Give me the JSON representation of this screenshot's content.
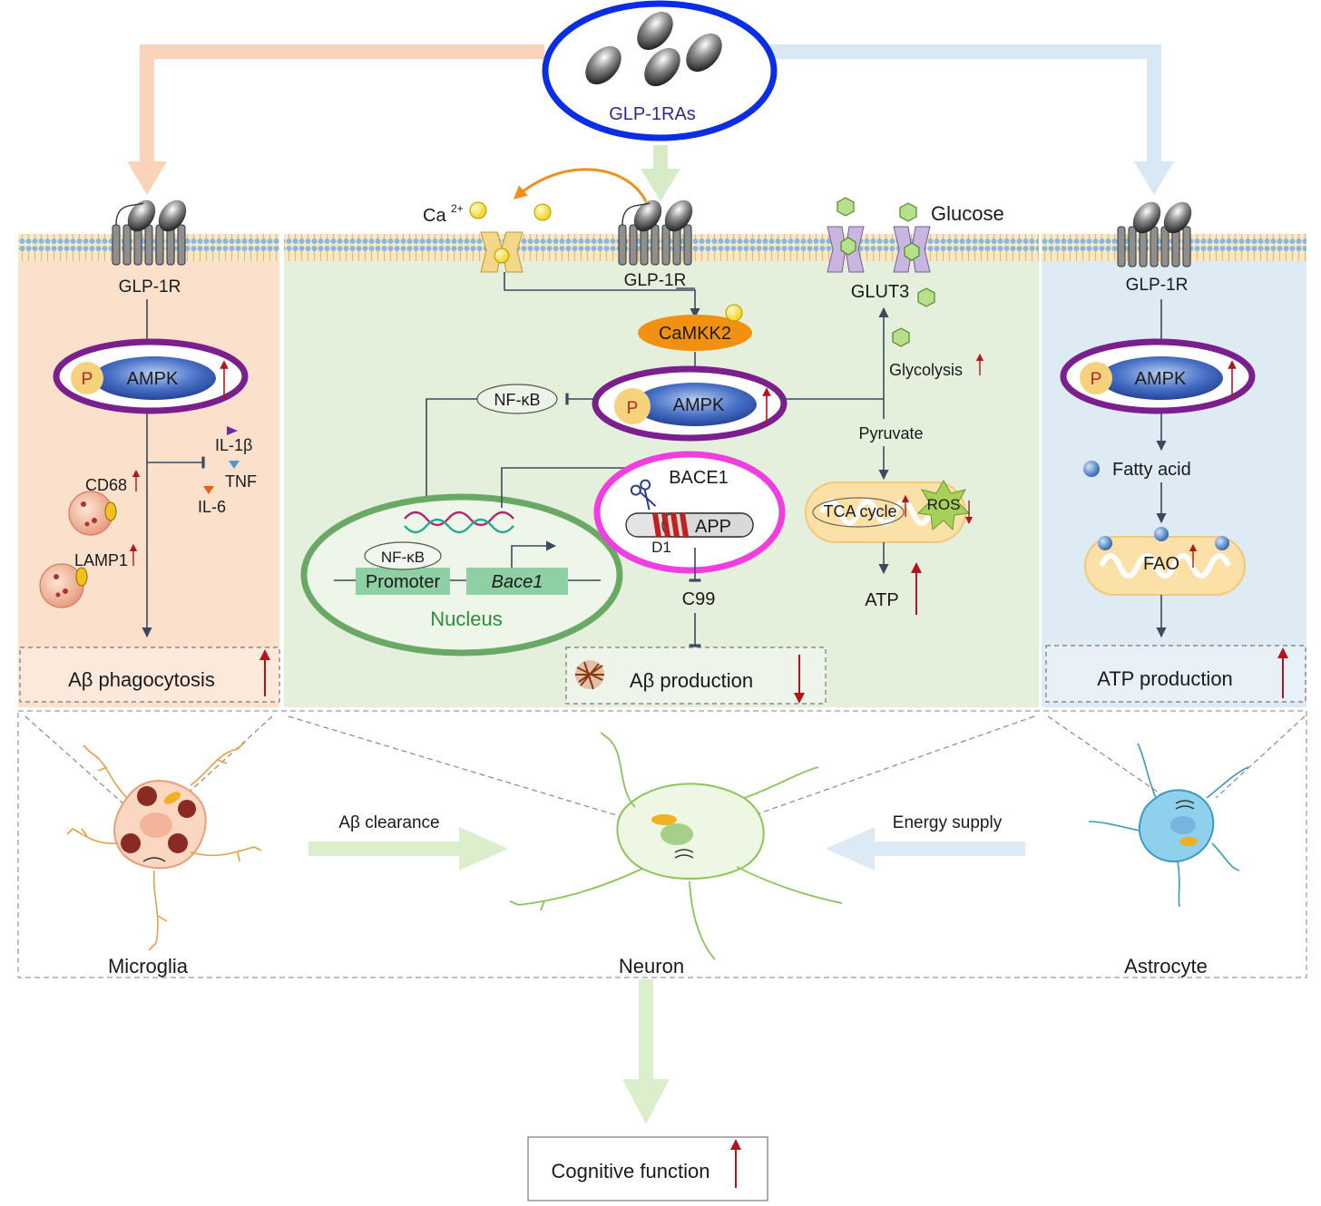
{
  "drug": {
    "label": "GLP-1RAs"
  },
  "receptor_label": "GLP-1R",
  "colors": {
    "microglia_panel": "#fbe0cc",
    "neuron_panel": "#e5f0dc",
    "astrocyte_panel": "#deeaf4",
    "drug_ring": "#0a2ee6",
    "ampk_ring": "#7b1f8e",
    "bace_ring": "#f03ee0",
    "ampk_body": "#2f56b0",
    "up_arrow": "#b3141c",
    "nucleus_ring": "#6aa866",
    "promoter_box": "#8fcfa4"
  },
  "microglia": {
    "ampk": "AMPK",
    "p": "P",
    "cytokines": [
      "IL-1β",
      "TNF",
      "IL-6"
    ],
    "markers": [
      "CD68",
      "LAMP1"
    ],
    "outcome": "Aβ phagocytosis",
    "cell_label": "Microglia"
  },
  "neuron": {
    "ca": "Ca",
    "ca_sup": "2+",
    "camkk2": "CaMKK2",
    "ampk": "AMPK",
    "p": "P",
    "nfkb": "NF-κB",
    "nfkb_nucleus": "NF-κB",
    "promoter": "Promoter",
    "bace1_gene": "Bace1",
    "nucleus": "Nucleus",
    "bace1": "BACE1",
    "app": "APP",
    "d1": "D1",
    "c99": "C99",
    "outcome": "Aβ production",
    "glucose": "Glucose",
    "glut3": "GLUT3",
    "glycolysis": "Glycolysis",
    "pyruvate": "Pyruvate",
    "tca": "TCA cycle",
    "ros": "ROS",
    "atp": "ATP",
    "cell_label": "Neuron"
  },
  "astrocyte": {
    "ampk": "AMPK",
    "p": "P",
    "fatty_acid": "Fatty acid",
    "fao": "FAO",
    "outcome": "ATP production",
    "cell_label": "Astrocyte"
  },
  "crosstalk": {
    "left": "Aβ clearance",
    "right": "Energy supply"
  },
  "final": {
    "label": "Cognitive function"
  }
}
